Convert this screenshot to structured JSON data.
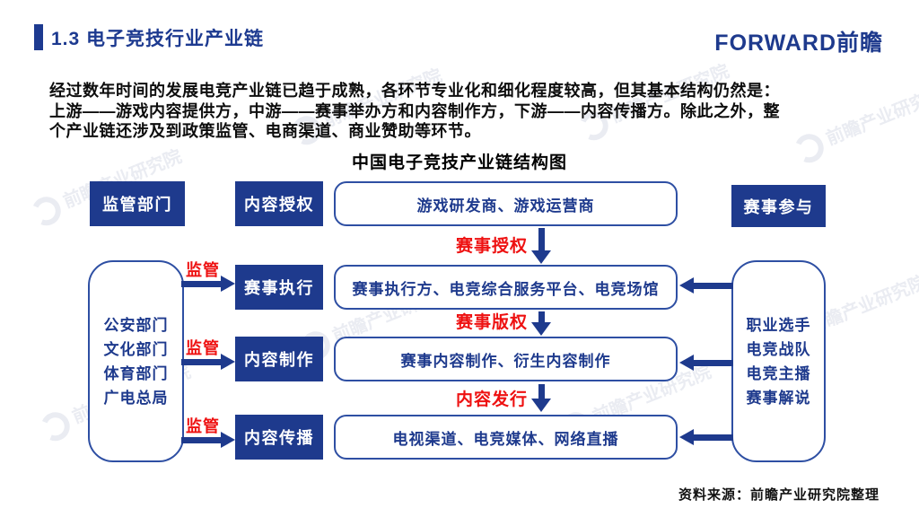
{
  "header": {
    "title": "1.3 电子竞技行业产业链",
    "logo": "FORWARD前瞻"
  },
  "intro": {
    "lines": [
      "经过数年时间的发展电竞产业链已趋于成熟，各环节专业化和细化程度较高，但其基本结构仍然是：",
      "上游——游戏内容提供方，中游——赛事举办方和内容制作方，下游——内容传播方。除此之外，整",
      "个产业链还涉及到政策监管、电商渠道、商业赞助等环节。"
    ]
  },
  "diagram": {
    "title": "中国电子竞技产业链结构图",
    "left_header": "监管部门",
    "right_header": "赛事参与",
    "stages": [
      "内容授权",
      "赛事执行",
      "内容制作",
      "内容传播"
    ],
    "chain": [
      "游戏研发商、游戏运营商",
      "赛事执行方、电竞综合服务平台、电竞场馆",
      "赛事内容制作、衍生内容制作",
      "电视渠道、电竞媒体、网络直播"
    ],
    "flow_labels": [
      "赛事授权",
      "赛事版权",
      "内容发行"
    ],
    "regulate_label": "监管",
    "regulators": [
      "公安部门",
      "文化部门",
      "体育部门",
      "广电总局"
    ],
    "participants": [
      "职业选手",
      "电竞战队",
      "电竞主播",
      "赛事解说"
    ]
  },
  "watermark": {
    "text": "前瞻产业研究院"
  },
  "source": "资料来源：前瞻产业研究院整理",
  "colors": {
    "primary": "#1e3a8d",
    "accent_red": "#ee1111"
  }
}
